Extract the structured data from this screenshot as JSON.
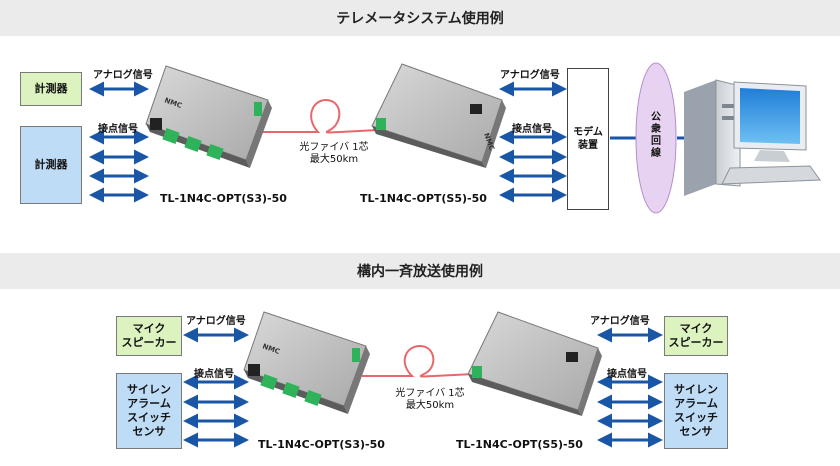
{
  "telemetry": {
    "title": "テレメータシステム使用例",
    "meter_top": "計測器",
    "meter_bottom": "計測器",
    "analog_left": "アナログ信号",
    "contact_left": "接点信号",
    "analog_right": "アナログ信号",
    "contact_right": "接点信号",
    "fiber": "光ファイバ 1芯\n最大50km",
    "model_left": "TL-1N4C-OPT(S3)-50",
    "model_right": "TL-1N4C-OPT(S5)-50",
    "modem": "モデム\n装置",
    "public_line": [
      "公",
      "衆",
      "回",
      "線"
    ],
    "device_logo": "NMC"
  },
  "broadcast": {
    "title": "構内一斉放送使用例",
    "mic_left": "マイク\nスピーカー",
    "siren_left": "サイレン\nアラーム\nスイッチ\nセンサ",
    "analog_left": "アナログ信号",
    "contact_left": "接点信号",
    "analog_right": "アナログ信号",
    "contact_right": "接点信号",
    "fiber": "光ファイバ 1芯\n最大50km",
    "model_left": "TL-1N4C-OPT(S3)-50",
    "model_right": "TL-1N4C-OPT(S5)-50",
    "mic_right": "マイク\nスピーカー",
    "siren_right": "サイレン\nアラーム\nスイッチ\nセンサ"
  },
  "colors": {
    "arrow": "#1a56a6",
    "fiber": "#e8676b",
    "green_box": "#dcf2bf",
    "blue_box": "#bfdcf7",
    "ellipse": "#e7d3f1",
    "band": "#ebebeb"
  }
}
